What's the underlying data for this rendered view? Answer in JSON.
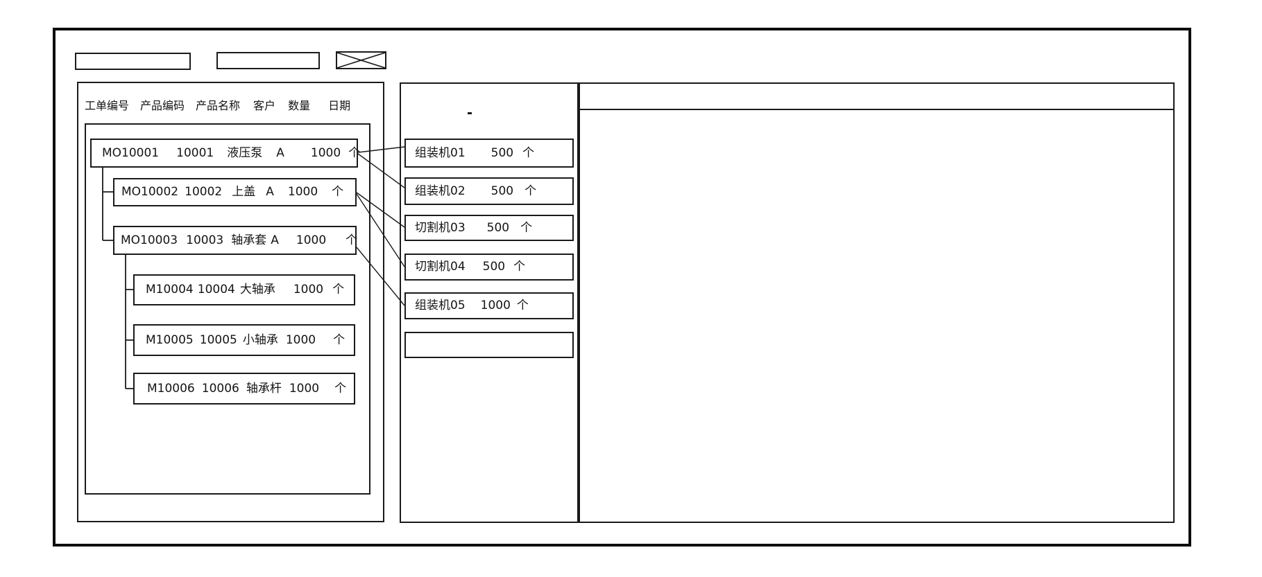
{
  "toolbar": {
    "field1_value": "",
    "field2_value": ""
  },
  "left_panel": {
    "columns": [
      "工单编号",
      "产品编码",
      "产品名称",
      "客户",
      "数量",
      "日期"
    ],
    "orders": [
      {
        "order_no": "MO10001",
        "product_code": "10001",
        "product_name": "液压泵",
        "customer": "A",
        "qty": "1000",
        "unit": "个",
        "parent": ""
      },
      {
        "order_no": "MO10002",
        "product_code": "10002",
        "product_name": "上盖",
        "customer": "A",
        "qty": "1000",
        "unit": "个",
        "parent": "MO10001"
      },
      {
        "order_no": "MO10003",
        "product_code": "10003",
        "product_name": "轴承套",
        "customer": "A",
        "qty": "1000",
        "unit": "个",
        "parent": "MO10001"
      },
      {
        "order_no": "M10004",
        "product_code": "10004",
        "product_name": "大轴承",
        "customer": "",
        "qty": "1000",
        "unit": "个",
        "parent": "MO10003"
      },
      {
        "order_no": "M10005",
        "product_code": "10005",
        "product_name": "小轴承",
        "customer": "",
        "qty": "1000",
        "unit": "个",
        "parent": "MO10003"
      },
      {
        "order_no": "M10006",
        "product_code": "10006",
        "product_name": "轴承杆",
        "customer": "",
        "qty": "1000",
        "unit": "个",
        "parent": "MO10003"
      }
    ]
  },
  "machine_panel": {
    "allocations": [
      {
        "machine": "组装机01",
        "qty": "500",
        "unit": "个"
      },
      {
        "machine": "组装机02",
        "qty": "500",
        "unit": "个"
      },
      {
        "machine": "切割机03",
        "qty": "500",
        "unit": "个"
      },
      {
        "machine": "切割机04",
        "qty": "500",
        "unit": "个"
      },
      {
        "machine": "组装机05",
        "qty": "1000",
        "unit": "个"
      }
    ],
    "empty_slot_value": ""
  },
  "links": [
    {
      "from": "MO10001",
      "to": "组装机01"
    },
    {
      "from": "MO10001",
      "to": "组装机02"
    },
    {
      "from": "MO10002",
      "to": "切割机03"
    },
    {
      "from": "MO10002",
      "to": "切割机04"
    },
    {
      "from": "MO10003",
      "to": "组装机05"
    }
  ],
  "right_panel": {
    "header_value": "",
    "body_value": ""
  },
  "colors": {
    "line": "#1a1a1a",
    "background": "#ffffff",
    "text": "#141414"
  }
}
